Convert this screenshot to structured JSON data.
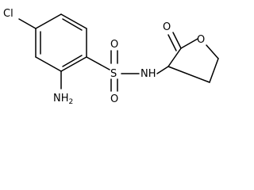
{
  "molecule": {
    "labels": {
      "chlorine": "Cl",
      "amine_n": "NH",
      "amine_sub": "2",
      "sulfur": "S",
      "sulfonyl_o_top": "O",
      "sulfonyl_o_bottom": "O",
      "sulfonamide_nh": "NH",
      "carbonyl_o": "O",
      "ring_o": "O"
    }
  }
}
